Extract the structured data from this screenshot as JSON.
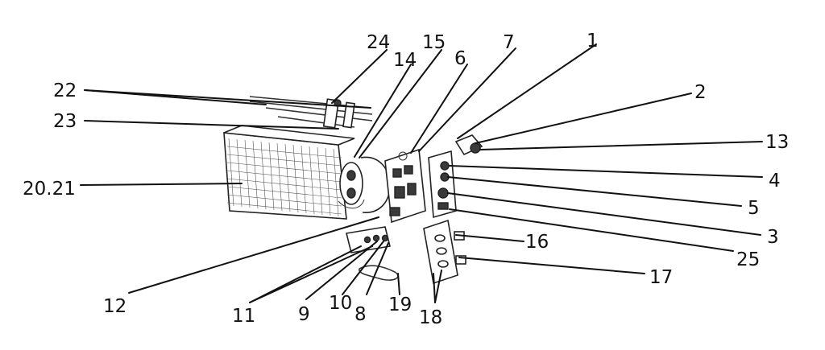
{
  "colors": {
    "ink": "#111111",
    "background": "#ffffff"
  },
  "callouts": [
    {
      "id": "24",
      "text": "24"
    },
    {
      "id": "15",
      "text": "15"
    },
    {
      "id": "7",
      "text": "7"
    },
    {
      "id": "1",
      "text": "1"
    },
    {
      "id": "14",
      "text": "14"
    },
    {
      "id": "6",
      "text": "6"
    },
    {
      "id": "22",
      "text": "22"
    },
    {
      "id": "2",
      "text": "2"
    },
    {
      "id": "23",
      "text": "23"
    },
    {
      "id": "13",
      "text": "13"
    },
    {
      "id": "4",
      "text": "4"
    },
    {
      "id": "20.21",
      "text": "20.21"
    },
    {
      "id": "5",
      "text": "5"
    },
    {
      "id": "3",
      "text": "3"
    },
    {
      "id": "16",
      "text": "16"
    },
    {
      "id": "25",
      "text": "25"
    },
    {
      "id": "17",
      "text": "17"
    },
    {
      "id": "12",
      "text": "12"
    },
    {
      "id": "11",
      "text": "11"
    },
    {
      "id": "9",
      "text": "9"
    },
    {
      "id": "10",
      "text": "10"
    },
    {
      "id": "8",
      "text": "8"
    },
    {
      "id": "19",
      "text": "19"
    },
    {
      "id": "18",
      "text": "18"
    }
  ]
}
